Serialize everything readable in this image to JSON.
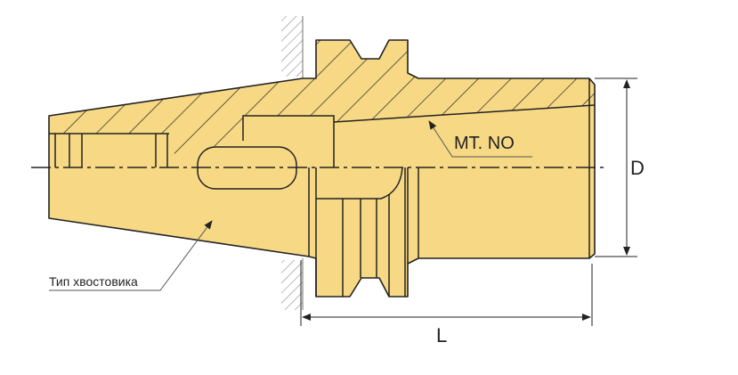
{
  "labels": {
    "taper_note": "MT. NO",
    "shank_type": "Тип хвостовика",
    "dim_diameter": "D",
    "dim_length": "L"
  },
  "colors": {
    "body_fill": "#f7d985",
    "outline": "#222222",
    "leader": "#555555"
  }
}
